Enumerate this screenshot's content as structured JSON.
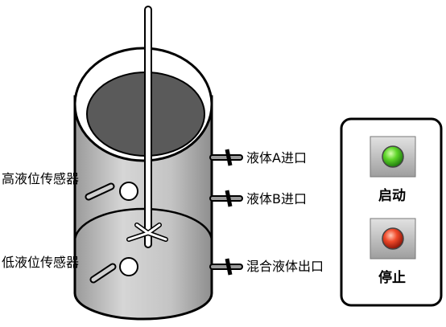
{
  "tank": {
    "high_sensor_label": "高液位传感器",
    "low_sensor_label": "低液位传感器",
    "inlet_a_label": "液体A进口",
    "inlet_b_label": "液体B进口",
    "outlet_label": "混合液体出口"
  },
  "control_panel": {
    "start_label": "启动",
    "stop_label": "停止",
    "start_light_color": "#3ecf1f",
    "stop_light_color": "#e8301f"
  },
  "colors": {
    "tank_body": "#c8c8c8",
    "liquid_top": "#5a5a5a",
    "button_face": "#c2c2c2",
    "outline": "#000000"
  }
}
